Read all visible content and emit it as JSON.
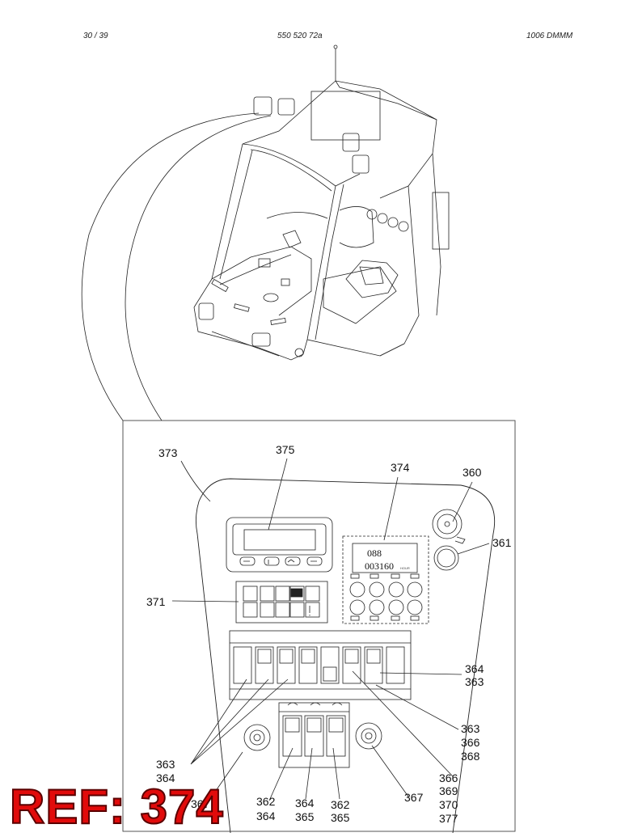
{
  "header": {
    "page": "30 /   39",
    "doc_number": "550 520 72a",
    "revision": "1006  DMMM"
  },
  "callouts": {
    "c373": "373",
    "c375": "375",
    "c374": "374",
    "c360": "360",
    "c361": "361",
    "c371": "371",
    "c364_363_right": [
      "364",
      "363"
    ],
    "c363_366_368": [
      "363",
      "366",
      "368"
    ],
    "c363_364_left": [
      "363",
      "364"
    ],
    "c367_left": "367",
    "c362_364": [
      "362",
      "364"
    ],
    "c364_365": [
      "364",
      "365"
    ],
    "c362_365": [
      "362",
      "365"
    ],
    "c367_right": "367",
    "c366_369_370_377": [
      "366",
      "369",
      "370",
      "377"
    ]
  },
  "display": {
    "line1": "088",
    "line2": "003160",
    "unit": "HOUR"
  },
  "ref_stamp": "REF: 374",
  "icons": [
    "cab-drawing",
    "lcd-display",
    "hour-meter-display",
    "key-switch",
    "emergency-stop",
    "warning-lamp-panel",
    "rocker-switch-row",
    "wiper-switch-row",
    "knob"
  ]
}
